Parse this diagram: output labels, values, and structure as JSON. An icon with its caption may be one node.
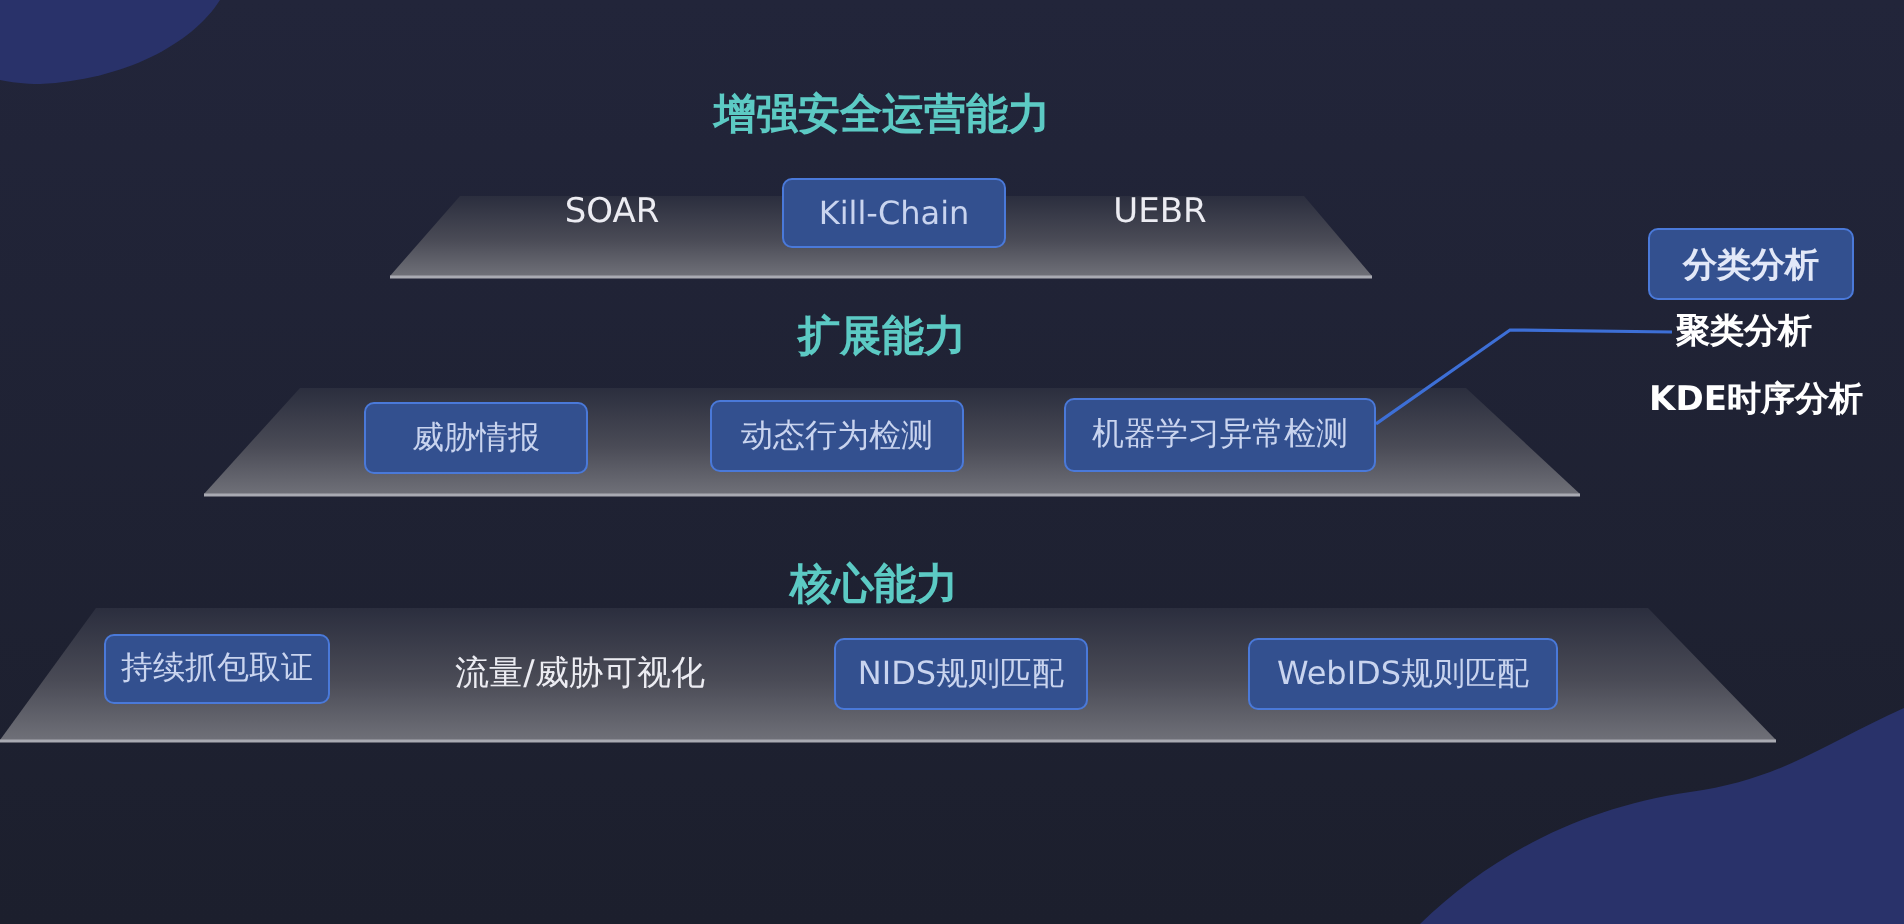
{
  "diagram": {
    "nodes": [
      {
        "text": [
          "增强安全运营能力",
          "SOAR",
          "UEBR"
        ]
      },
      {
        "text": [
          "Kill-Chain"
        ],
        "in": 0
      },
      {
        "text": [
          "扩展能力"
        ]
      },
      {
        "text": [
          "威胁情报"
        ],
        "in": 2
      },
      {
        "text": [
          "动态行为检测"
        ],
        "in": 2
      },
      {
        "text": [
          "机器学习异常检测"
        ],
        "in": 2
      },
      {
        "text": [
          "分类分析"
        ]
      },
      {
        "text": [
          "聚类分析"
        ]
      },
      {
        "text": [
          "核心能力",
          "流量/威胁可视化"
        ]
      },
      {
        "text": [
          "持续抓包取证"
        ],
        "in": 8
      },
      {
        "text": [
          "NIDS规则匹配"
        ],
        "in": 8
      },
      {
        "text": [
          "WebIDS规则匹配"
        ],
        "in": 8
      }
    ],
    "edges": [
      {
        "from": 5,
        "to": 7,
        "arrow": "none"
      }
    ],
    "labels": [
      "KDE时序分析"
    ]
  }
}
